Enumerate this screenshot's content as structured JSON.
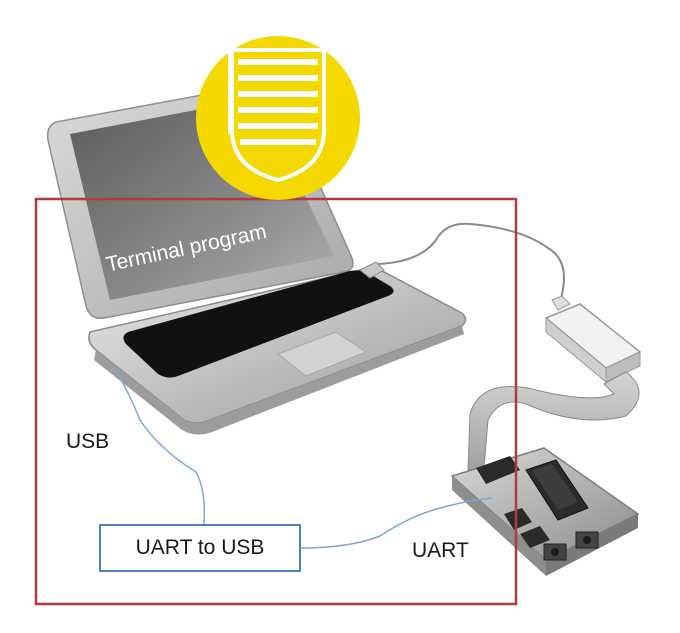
{
  "diagram": {
    "screen_text": "Terminal program",
    "usb_label": "USB",
    "uart_label": "UART",
    "converter_label": "UART to USB"
  },
  "colors": {
    "frame": "#b43a3a",
    "cable": "#7ea6d6",
    "box_border": "#4a7fd0",
    "logo_yellow": "#f5d800",
    "laptop_body": "#c8c8c8",
    "screen": "#7a7a7a"
  },
  "icons": {
    "logo": "yellow-circle-logo-icon",
    "computer": "laptop-icon",
    "dongle": "usb-programmer-icon",
    "board": "microcontroller-board-icon"
  }
}
